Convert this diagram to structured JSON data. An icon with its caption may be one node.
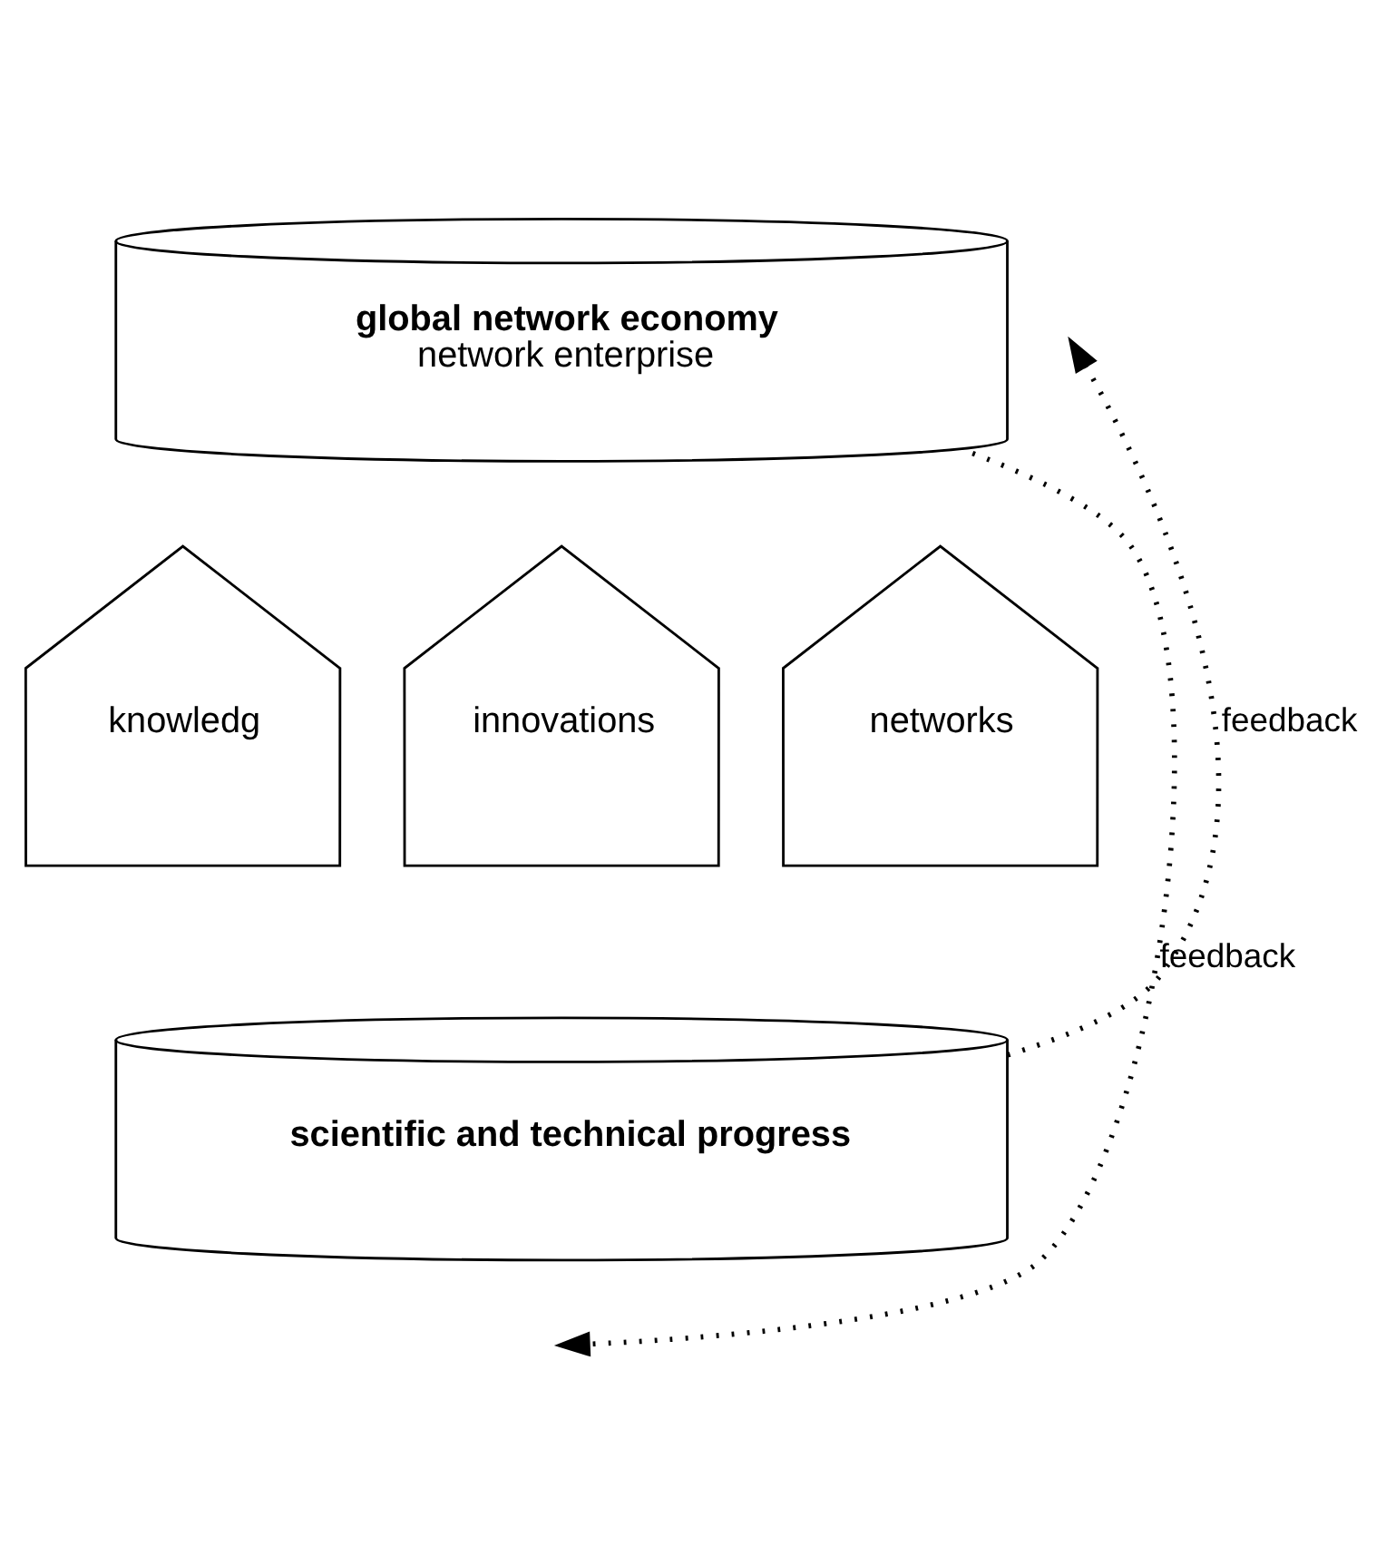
{
  "diagram": {
    "nodes": [
      {
        "text": [
          "global network economy",
          "network enterprise"
        ]
      },
      {
        "text": [
          "knowledg"
        ]
      },
      {
        "text": [
          "innovations"
        ]
      },
      {
        "text": [
          "networks"
        ]
      },
      {
        "text": [
          "scientific and technical progress"
        ]
      }
    ],
    "edges": [
      {
        "from": 0,
        "to": null,
        "arrow": "to",
        "style": "dashed",
        "label": "feedback"
      },
      {
        "from": 4,
        "to": null,
        "arrow": "to",
        "style": "dashed",
        "label": "feedback"
      }
    ]
  }
}
